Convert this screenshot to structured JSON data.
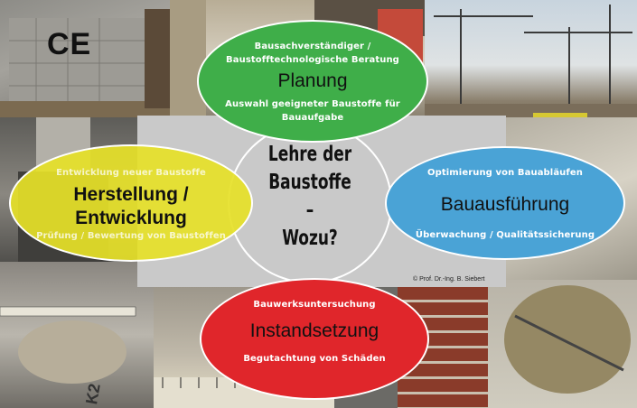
{
  "center": {
    "lines": [
      "Lehre der",
      "Baustoffe",
      "–",
      "Wozu?"
    ]
  },
  "planung": {
    "top_line1": "Bausachverständiger /",
    "top_line2": "Baustofftechnologische Beratung",
    "title": "Planung",
    "bottom_line1": "Auswahl geeigneter Baustoffe für",
    "bottom_line2": "Bauaufgabe"
  },
  "herstellung": {
    "top_line": "Entwicklung neuer Baustoffe",
    "title_line1": "Herstellung  /",
    "title_line2": "Entwicklung",
    "bottom_line": "Prüfung / Bewertung von Baustoffen"
  },
  "bauausfuehrung": {
    "top_line": "Optimierung von Bauabläufen",
    "title": "Bauausführung",
    "bottom_line": "Überwachung / Qualitätssicherung"
  },
  "instandsetzung": {
    "top_line": "Bauwerksuntersuchung",
    "title": "Instandsetzung",
    "bottom_line": "Begutachtung von Schäden"
  },
  "copyright": "© Prof. Dr.-Ing. B. Siebert",
  "photo_marks": {
    "ce_mark": "CE",
    "sample_label": "K2"
  },
  "colors": {
    "planung": "#3fae49",
    "herstellung": "#e6e128",
    "bauausfuehrung": "#4aa3d6",
    "instandsetzung": "#e0262b",
    "center_panel": "#c9c9c9"
  }
}
